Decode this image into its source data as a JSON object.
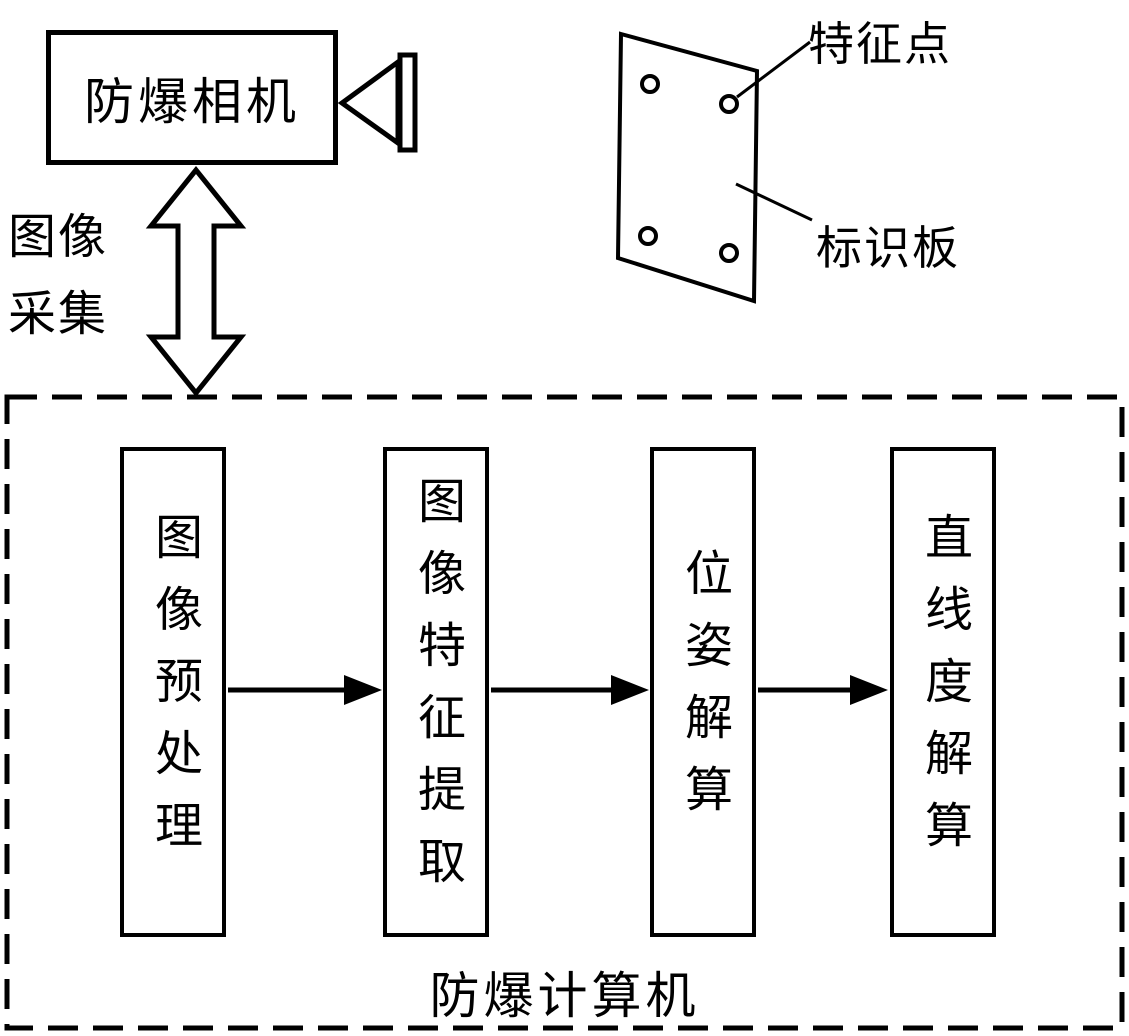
{
  "camera": {
    "label": "防爆相机"
  },
  "acquisition": {
    "label": "图像\n采集"
  },
  "marker_board": {
    "feature_point_label": "特征点",
    "board_label": "标识板",
    "feature_point_count": 4
  },
  "computer": {
    "label": "防爆计算机",
    "steps": [
      {
        "label": "图像预处理"
      },
      {
        "label": "图像特征提取"
      },
      {
        "label": "位姿解算"
      },
      {
        "label": "直线度解算"
      }
    ]
  },
  "colors": {
    "line": "#000000",
    "background": "#ffffff"
  }
}
